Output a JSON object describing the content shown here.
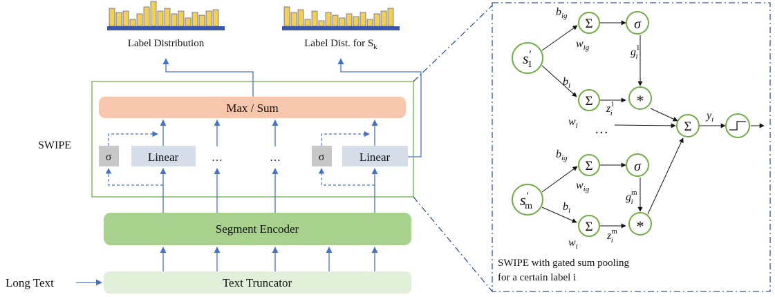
{
  "left": {
    "label_distribution": "Label Distribution",
    "label_dist_sk_prefix": "Label Dist. for S",
    "label_dist_sk_sub": "k",
    "max_sum": "Max / Sum",
    "swipe": "SWIPE",
    "sigma": "σ",
    "linear": "Linear",
    "ellipsis": "…",
    "segment_encoder": "Segment Encoder",
    "text_truncator": "Text Truncator",
    "long_text": "Long Text"
  },
  "right": {
    "sum_symbol": "Σ",
    "sigma_symbol": "σ",
    "mult_symbol": "*",
    "ellipsis": "…",
    "s1_base": "s",
    "s1_sup": "′",
    "s1_sub": "1",
    "sm_base": "s",
    "sm_sup": "′",
    "sm_sub": "m",
    "b_ig_base": "b",
    "b_ig_sub": "ig",
    "w_ig_base": "w",
    "w_ig_sub": "ig",
    "b_i_base": "b",
    "b_i_sub": "i",
    "w_i_base": "w",
    "w_i_sub": "i",
    "g_base": "g",
    "g_sub": "i",
    "g1_sup": "1",
    "gm_sup": "m",
    "z_base": "z",
    "z_sub": "i",
    "z1_sup": "1",
    "zm_sup": "m",
    "y_base": "y",
    "y_sub": "i",
    "caption_line1": "SWIPE with gated sum pooling",
    "caption_line2": "for a certain label i"
  },
  "colors": {
    "histogram_bar": "#f4cf55",
    "histogram_base": "#3a56a6",
    "max_sum_fill": "#f6c6ad",
    "linear_fill": "#d5dde9",
    "sigma_fill": "#c8c8c8",
    "segment_encoder_fill": "#a9d18e",
    "text_truncator_fill": "#e2f0d9",
    "arrow": "#4472c4",
    "swipe_border": "#70ad47",
    "node_stroke": "#70ad47",
    "dash_dot": "#2f5597"
  }
}
